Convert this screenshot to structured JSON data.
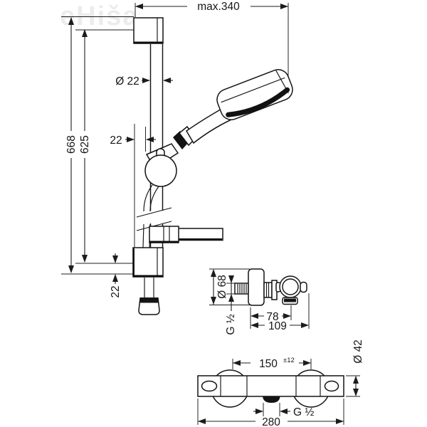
{
  "watermark": "eHiša",
  "colors": {
    "line": "#1c1c1c",
    "watermark": "#ececec",
    "background": "#ffffff"
  },
  "shower_rail_view": {
    "max_width": "max.340",
    "overall_height": "668",
    "bar_height": "625",
    "bar_diameter": "Ø 22",
    "holder_offset": "22",
    "bottom_offset": "22"
  },
  "mixer_side_view": {
    "flange_diameter": "Ø 68",
    "inlet_thread": "G ½",
    "depth_to_outlet": "78",
    "total_depth": "109"
  },
  "mixer_front_view": {
    "hole_distance": "150",
    "hole_tolerance": "±12",
    "body_diameter": "Ø 42",
    "outlet_thread": "G ½",
    "total_width": "280"
  }
}
